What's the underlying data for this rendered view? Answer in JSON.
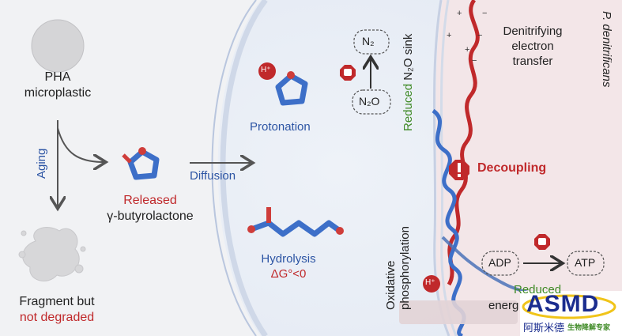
{
  "left": {
    "pha_line1": "PHA",
    "pha_line2": "microplastic",
    "aging": "Aging",
    "released": "Released",
    "gbl": "γ-butyrolactone",
    "fragment_line1": "Fragment but",
    "fragment_line2": "not degraded",
    "diffusion": "Diffusion"
  },
  "cell": {
    "protonation": "Protonation",
    "h_plus": "H⁺",
    "hydrolysis": "Hydrolysis",
    "delta_g": "ΔG°<0",
    "n2": "N₂",
    "n2o": "N₂O",
    "reduced_n2o_sink_part1": "Reduced ",
    "reduced_n2o_sink_part2": "N₂O sink",
    "oxidative_line1": "Oxidative",
    "oxidative_line2": "phosphorylation",
    "h_plus_2": "H⁺"
  },
  "right": {
    "organism": "P. denitrificans",
    "denitrifying_line1": "Denitrifying",
    "denitrifying_line2": "electron",
    "denitrifying_line3": "transfer",
    "decoupling": "Decoupling",
    "adp": "ADP",
    "atp": "ATP",
    "reduced": "Reduced",
    "energy": "energ"
  },
  "logo": {
    "brand": "ASMD",
    "cn_name": "阿斯米德",
    "cn_tag": "生物降解专家"
  },
  "colors": {
    "blue": "#2d55a4",
    "red": "#c0292b",
    "green": "#3f8a26",
    "membrane": "#b9c6de"
  }
}
